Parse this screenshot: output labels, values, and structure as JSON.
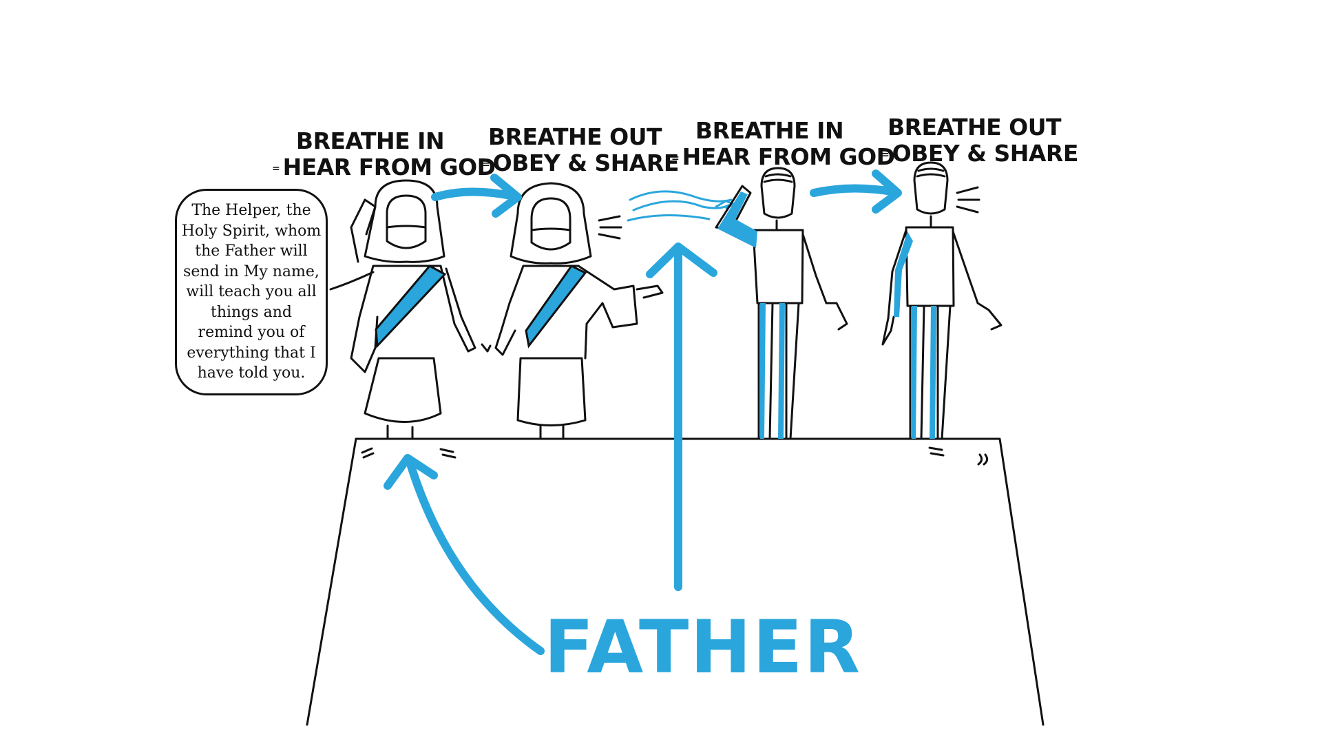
{
  "labels": [
    {
      "line1": "BREATHE IN",
      "line2": "HEAR FROM GOD"
    },
    {
      "line1": "BREATHE OUT",
      "line2": "OBEY & SHARE"
    },
    {
      "line1": "BREATHE IN",
      "line2": "HEAR FROM GOD"
    },
    {
      "line1": "BREATHE OUT",
      "line2": "OBEY & SHARE"
    }
  ],
  "speech_bubble": "The Helper, the Holy Spirit, whom the Father will send in My name, will teach you all things and remind you of everything that I have told you.",
  "bottom_label": "FATHER",
  "colors": {
    "accent": "#2aa6dc",
    "ink": "#111111",
    "background": "#ffffff"
  },
  "icons": [
    "jesus-listening-figure",
    "jesus-speaking-figure",
    "dove-icon",
    "disciple-listening-figure",
    "disciple-speaking-figure",
    "platform"
  ]
}
